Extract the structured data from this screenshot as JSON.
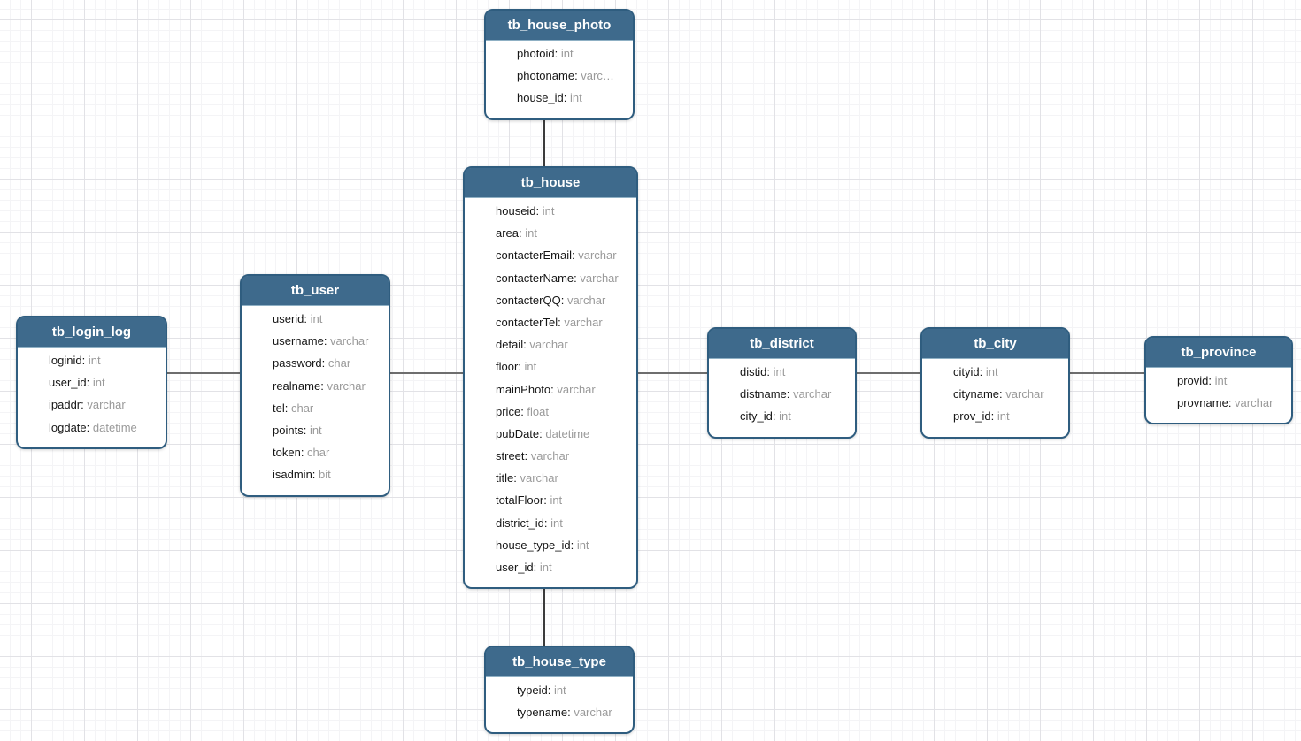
{
  "diagram": {
    "colors": {
      "table_header_bg": "#3e6a8c",
      "table_border": "#2f5d7f",
      "field_name_text": "#161616",
      "field_type_text": "#9a9a9a",
      "connector_horizontal": "#6e6e6e",
      "connector_vertical": "#3c3c3c",
      "grid_major": "#e2e2e6",
      "grid_minor": "#f4f4f6"
    },
    "tables": [
      {
        "title": "tb_house_photo",
        "fields": [
          {
            "name": "photoid",
            "type": "int"
          },
          {
            "name": "photoname",
            "type": "varc…"
          },
          {
            "name": "house_id",
            "type": "int"
          }
        ]
      },
      {
        "title": "tb_house",
        "fields": [
          {
            "name": "houseid",
            "type": "int"
          },
          {
            "name": "area",
            "type": "int"
          },
          {
            "name": "contacterEmail",
            "type": "varchar"
          },
          {
            "name": "contacterName",
            "type": "varchar"
          },
          {
            "name": "contacterQQ",
            "type": "varchar"
          },
          {
            "name": "contacterTel",
            "type": "varchar"
          },
          {
            "name": "detail",
            "type": "varchar"
          },
          {
            "name": "floor",
            "type": "int"
          },
          {
            "name": "mainPhoto",
            "type": "varchar"
          },
          {
            "name": "price",
            "type": "float"
          },
          {
            "name": "pubDate",
            "type": "datetime"
          },
          {
            "name": "street",
            "type": "varchar"
          },
          {
            "name": "title",
            "type": "varchar"
          },
          {
            "name": "totalFloor",
            "type": "int"
          },
          {
            "name": "district_id",
            "type": "int"
          },
          {
            "name": "house_type_id",
            "type": "int"
          },
          {
            "name": "user_id",
            "type": "int"
          }
        ]
      },
      {
        "title": "tb_user",
        "fields": [
          {
            "name": "userid",
            "type": "int"
          },
          {
            "name": "username",
            "type": "varchar"
          },
          {
            "name": "password",
            "type": "char"
          },
          {
            "name": "realname",
            "type": "varchar"
          },
          {
            "name": "tel",
            "type": "char"
          },
          {
            "name": "points",
            "type": "int"
          },
          {
            "name": "token",
            "type": "char"
          },
          {
            "name": "isadmin",
            "type": "bit"
          }
        ]
      },
      {
        "title": "tb_login_log",
        "fields": [
          {
            "name": "loginid",
            "type": "int"
          },
          {
            "name": "user_id",
            "type": "int"
          },
          {
            "name": "ipaddr",
            "type": "varchar"
          },
          {
            "name": "logdate",
            "type": "datetime"
          }
        ]
      },
      {
        "title": "tb_district",
        "fields": [
          {
            "name": "distid",
            "type": "int"
          },
          {
            "name": "distname",
            "type": "varchar"
          },
          {
            "name": "city_id",
            "type": "int"
          }
        ]
      },
      {
        "title": "tb_city",
        "fields": [
          {
            "name": "cityid",
            "type": "int"
          },
          {
            "name": "cityname",
            "type": "varchar"
          },
          {
            "name": "prov_id",
            "type": "int"
          }
        ]
      },
      {
        "title": "tb_province",
        "fields": [
          {
            "name": "provid",
            "type": "int"
          },
          {
            "name": "provname",
            "type": "varchar"
          }
        ]
      },
      {
        "title": "tb_house_type",
        "fields": [
          {
            "name": "typeid",
            "type": "int"
          },
          {
            "name": "typename",
            "type": "varchar"
          }
        ]
      }
    ],
    "relationships": [
      {
        "from": "tb_house_photo",
        "to": "tb_house"
      },
      {
        "from": "tb_house",
        "to": "tb_house_type"
      },
      {
        "from": "tb_login_log",
        "to": "tb_user"
      },
      {
        "from": "tb_user",
        "to": "tb_house"
      },
      {
        "from": "tb_house",
        "to": "tb_district"
      },
      {
        "from": "tb_district",
        "to": "tb_city"
      },
      {
        "from": "tb_city",
        "to": "tb_province"
      }
    ]
  }
}
